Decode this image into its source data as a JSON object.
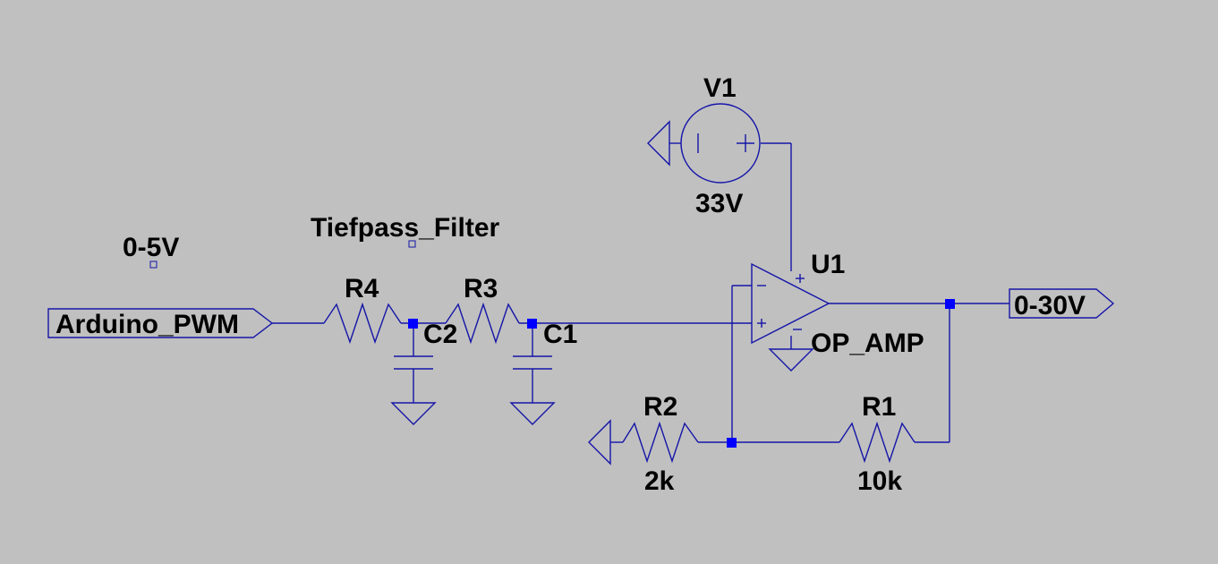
{
  "labels": {
    "comment_input_range": "0-5V",
    "comment_filter": "Tiefpass_Filter",
    "in_port": "Arduino_PWM",
    "out_port": "0-30V",
    "r4_name": "R4",
    "r3_name": "R3",
    "c2_name": "C2",
    "c1_name": "C1",
    "v1_name": "V1",
    "v1_value": "33V",
    "u1_name": "U1",
    "u1_value": "OP_AMP",
    "r2_name": "R2",
    "r2_value": "2k",
    "r1_name": "R1",
    "r1_value": "10k"
  },
  "colors": {
    "background": "#c0c0c0",
    "wire": "#1515a8",
    "junction": "#0000ff",
    "text": "#000000"
  }
}
